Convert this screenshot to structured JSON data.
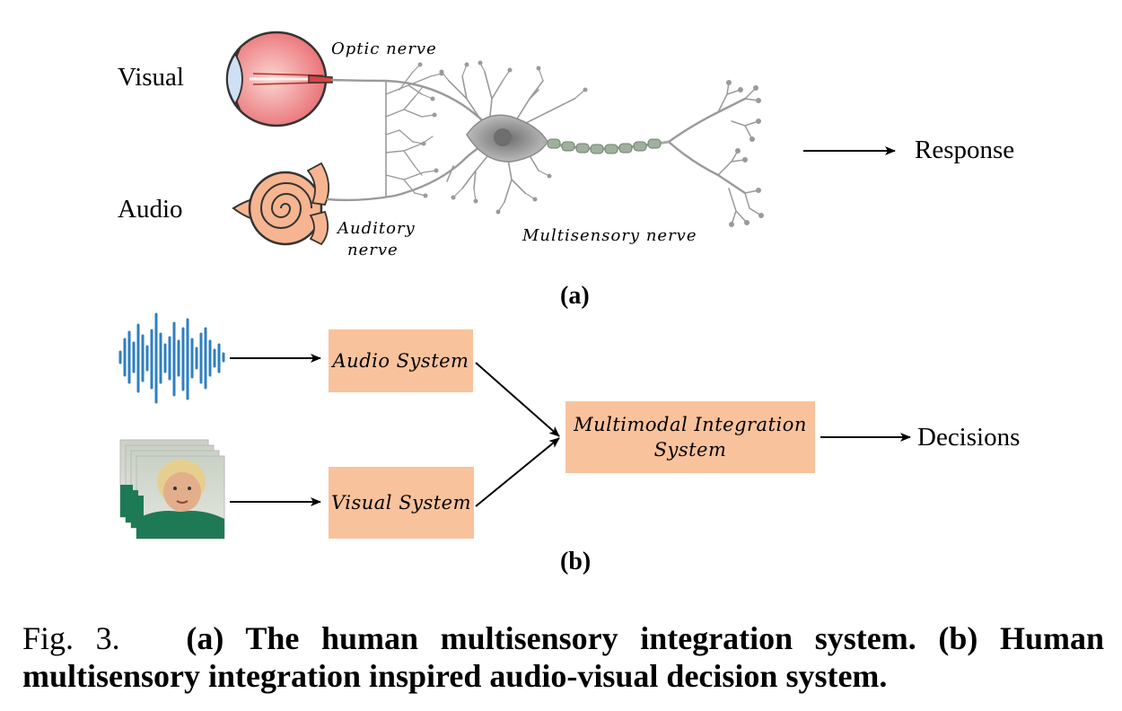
{
  "panel_a": {
    "input_visual": "Visual",
    "input_audio": "Audio",
    "optic_nerve": "Optic nerve",
    "auditory_nerve_line1": "Auditory",
    "auditory_nerve_line2": "nerve",
    "multisensory_nerve": "Multisensory nerve",
    "response": "Response",
    "sublabel": "(a)"
  },
  "panel_b": {
    "audio_system": "Audio System",
    "visual_system": "Visual System",
    "integration_line1": "Multimodal Integration",
    "integration_line2": "System",
    "decisions": "Decisions",
    "sublabel": "(b)"
  },
  "caption": {
    "prefix": "Fig. 3.",
    "text": "(a) The human multisensory integration system. (b) Human multisensory integration inspired audio-visual decision system."
  },
  "colors": {
    "box_fill": "#f8c29c",
    "eye_red": "#e8787a",
    "ear_fill": "#f6b590",
    "neuron_gray": "#9a9a9a",
    "waveform_blue": "#2f7fc0",
    "face_green": "#1e7a55"
  }
}
